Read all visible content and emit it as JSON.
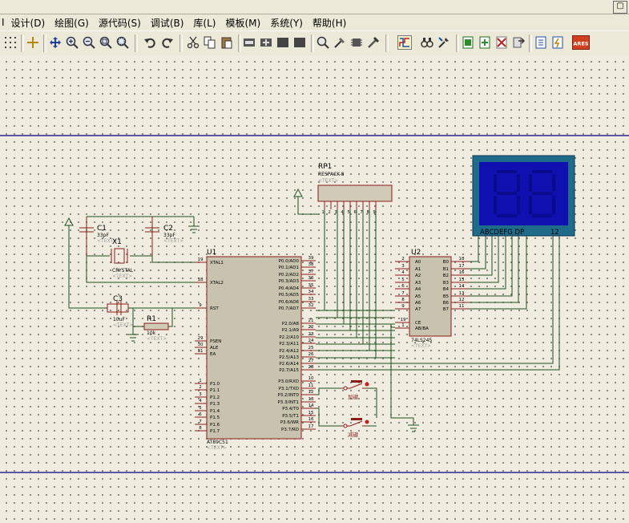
{
  "menu": [
    {
      "label": "设计(D)",
      "id": "menu-design"
    },
    {
      "label": "绘图(G)",
      "id": "menu-draw"
    },
    {
      "label": "源代码(S)",
      "id": "menu-source"
    },
    {
      "label": "调试(B)",
      "id": "menu-debug"
    },
    {
      "label": "库(L)",
      "id": "menu-library"
    },
    {
      "label": "模板(M)",
      "id": "menu-template"
    },
    {
      "label": "系统(Y)",
      "id": "menu-system"
    },
    {
      "label": "帮助(H)",
      "id": "menu-help"
    }
  ],
  "menu_prefix": "I",
  "window": {
    "button": "▢"
  },
  "toolbar": {
    "icons": [
      "grid-icon",
      "origin-icon",
      "pan-icon",
      "zoom-in-icon",
      "zoom-out-icon",
      "zoom-all-icon",
      "zoom-area-icon",
      "undo-icon",
      "redo-icon",
      "cut-icon",
      "copy-icon",
      "paste-icon",
      "block-copy-icon",
      "block-move-icon",
      "block-rotate-icon",
      "block-delete-icon",
      "pick-device-icon",
      "make-device-icon",
      "packaging-icon",
      "decompose-icon",
      "wire-autoroute-icon",
      "search-icon",
      "property-tool-icon",
      "new-sheet-icon",
      "add-sheet-icon",
      "remove-sheet-icon",
      "goto-sheet-icon",
      "bom-icon",
      "netlist-icon",
      "ares-icon"
    ],
    "ares_label": "ARES"
  },
  "schematic": {
    "rp1": {
      "ref": "RP1",
      "value": "RESPACK-8",
      "text": "<TEXT>",
      "pins": [
        "1",
        "2",
        "3",
        "4",
        "5",
        "6",
        "7",
        "8",
        "9"
      ]
    },
    "c1": {
      "ref": "C1",
      "value": "33pF",
      "text": "<TEXT>"
    },
    "c2": {
      "ref": "C2",
      "value": "33pF",
      "text": "<TEXT>"
    },
    "x1": {
      "ref": "X1",
      "value": "CRYSTAL",
      "text": "<TEXT>"
    },
    "c3": {
      "ref": "C3",
      "value": "10uF",
      "text": "<TEXT>"
    },
    "r1": {
      "ref": "R1",
      "value": "10k",
      "text": "<TEXT>"
    },
    "u1": {
      "ref": "U1",
      "value": "AT89C51",
      "text": "<TEXT>",
      "left_pins": [
        {
          "num": "19",
          "name": "XTAL1"
        },
        {
          "num": "18",
          "name": "XTAL2"
        },
        {
          "num": "9",
          "name": "RST"
        },
        {
          "num": "29",
          "name": "PSEN"
        },
        {
          "num": "30",
          "name": "ALE"
        },
        {
          "num": "31",
          "name": "EA"
        },
        {
          "num": "1",
          "name": "P1.0"
        },
        {
          "num": "2",
          "name": "P1.1"
        },
        {
          "num": "3",
          "name": "P1.2"
        },
        {
          "num": "4",
          "name": "P1.3"
        },
        {
          "num": "5",
          "name": "P1.4"
        },
        {
          "num": "6",
          "name": "P1.5"
        },
        {
          "num": "7",
          "name": "P1.6"
        },
        {
          "num": "8",
          "name": "P1.7"
        }
      ],
      "right_pins": [
        {
          "num": "39",
          "name": "P0.0/AD0"
        },
        {
          "num": "38",
          "name": "P0.1/AD1"
        },
        {
          "num": "37",
          "name": "P0.2/AD2"
        },
        {
          "num": "36",
          "name": "P0.3/AD3"
        },
        {
          "num": "35",
          "name": "P0.4/AD4"
        },
        {
          "num": "34",
          "name": "P0.5/AD5"
        },
        {
          "num": "33",
          "name": "P0.6/AD6"
        },
        {
          "num": "32",
          "name": "P0.7/AD7"
        },
        {
          "num": "21",
          "name": "P2.0/A8"
        },
        {
          "num": "22",
          "name": "P2.1/A9"
        },
        {
          "num": "23",
          "name": "P2.2/A10"
        },
        {
          "num": "24",
          "name": "P2.3/A11"
        },
        {
          "num": "25",
          "name": "P2.4/A12"
        },
        {
          "num": "26",
          "name": "P2.5/A13"
        },
        {
          "num": "27",
          "name": "P2.6/A14"
        },
        {
          "num": "28",
          "name": "P2.7/A15"
        },
        {
          "num": "10",
          "name": "P3.0/RXD"
        },
        {
          "num": "11",
          "name": "P3.1/TXD"
        },
        {
          "num": "12",
          "name": "P3.2/INT0"
        },
        {
          "num": "13",
          "name": "P3.3/INT1"
        },
        {
          "num": "14",
          "name": "P3.4/T0"
        },
        {
          "num": "15",
          "name": "P3.5/T1"
        },
        {
          "num": "16",
          "name": "P3.6/WR"
        },
        {
          "num": "17",
          "name": "P3.7/RD"
        }
      ]
    },
    "u2": {
      "ref": "U2",
      "value": "74LS245",
      "text": "<TEXT>",
      "left_pins": [
        {
          "num": "2",
          "name": "A0"
        },
        {
          "num": "3",
          "name": "A1"
        },
        {
          "num": "4",
          "name": "A2"
        },
        {
          "num": "5",
          "name": "A3"
        },
        {
          "num": "6",
          "name": "A4"
        },
        {
          "num": "7",
          "name": "A5"
        },
        {
          "num": "8",
          "name": "A6"
        },
        {
          "num": "9",
          "name": "A7"
        },
        {
          "num": "19",
          "name": "CE"
        },
        {
          "num": "1",
          "name": "AB/BA"
        }
      ],
      "right_pins": [
        {
          "num": "18",
          "name": "B0"
        },
        {
          "num": "17",
          "name": "B1"
        },
        {
          "num": "16",
          "name": "B2"
        },
        {
          "num": "15",
          "name": "B3"
        },
        {
          "num": "14",
          "name": "B4"
        },
        {
          "num": "13",
          "name": "B5"
        },
        {
          "num": "12",
          "name": "B6"
        },
        {
          "num": "11",
          "name": "B7"
        }
      ]
    },
    "display": {
      "segments": "ABCDEFG DP",
      "digits": "12"
    },
    "buttons": [
      {
        "label": "加键"
      },
      {
        "label": "减键"
      }
    ]
  },
  "colors": {
    "background": "#f0ede0",
    "wire": "#1e4f1e",
    "component": "#b22222",
    "chip_fill": "#c7c3ae",
    "display_frame": "#1f6b8a",
    "display_screen": "#1010b0",
    "sheet_border": "#000080",
    "text_dark": "#000000",
    "text_muted": "#9a9a9a"
  }
}
